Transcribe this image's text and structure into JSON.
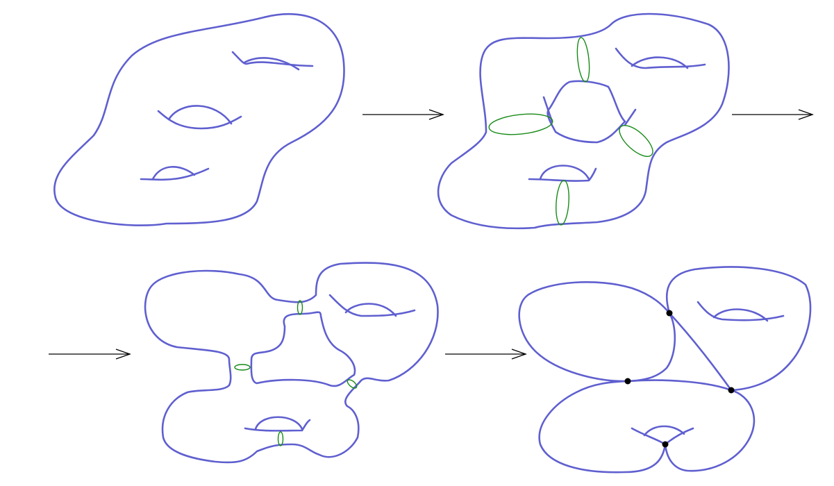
{
  "colors": {
    "surface": "#5f5fd0",
    "cut_curve": "#168a16",
    "arrow": "#000000",
    "node": "#000000",
    "background": "#ffffff"
  },
  "diagram": {
    "panels": [
      {
        "step": 1,
        "handles": 3,
        "cut_curves": 0,
        "nodes": 0
      },
      {
        "step": 2,
        "handles": 3,
        "cut_curves": 4,
        "nodes": 0
      },
      {
        "step": 3,
        "handles": 3,
        "cut_curves": 4,
        "nodes": 0
      },
      {
        "step": 4,
        "handles": 2,
        "cut_curves": 0,
        "nodes": 4
      }
    ],
    "arrows": 4
  }
}
